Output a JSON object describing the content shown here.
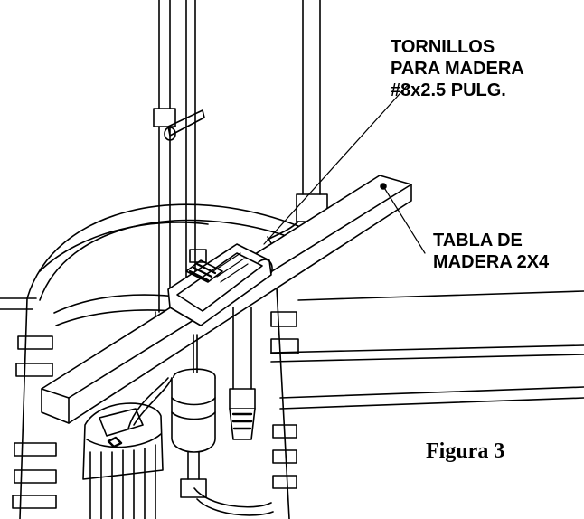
{
  "labels": {
    "screws": [
      "TORNILLOS",
      "PARA MADERA",
      "#8x2.5 PULG."
    ],
    "board": [
      "TABLA DE",
      "MADERA 2X4"
    ]
  },
  "caption": "Figura 3"
}
